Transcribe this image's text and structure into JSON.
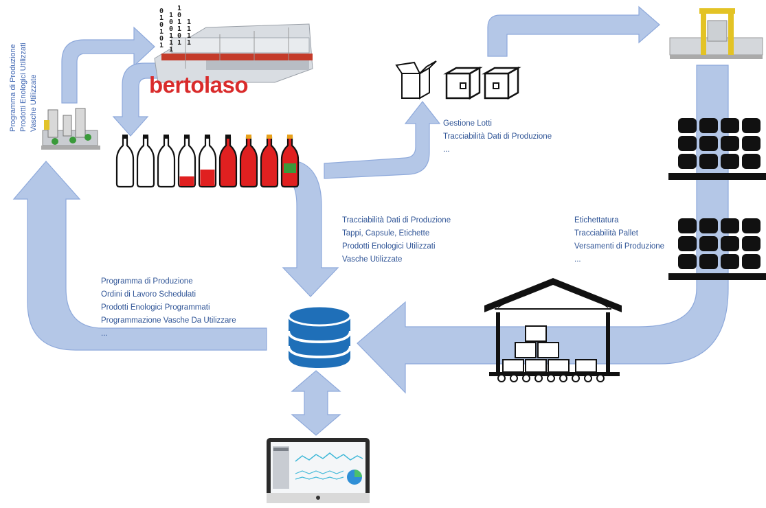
{
  "logo_text": "bertolaso",
  "labels": {
    "top_left_vertical": [
      "Programma di Produzione",
      "Prodotti Enologici  Utilizzati",
      "Vasche Utilizzate"
    ],
    "top_right": [
      "Gestione Lotti",
      "Tracciabilità Dati di Produzione",
      "..."
    ],
    "center": [
      "Tracciabilità Dati di Produzione",
      "Tappi, Capsule, Etichette",
      "Prodotti Enologici  Utilizzati",
      "Vasche Utilizzate"
    ],
    "right": [
      "Etichettatura",
      "Tracciabilità Pallet",
      "Versamenti di Produzione",
      "..."
    ],
    "left": [
      "Programma di  Produzione",
      "Ordini di Lavoro Schedulati",
      "Prodotti Enologici Programmati",
      "Programmazione Vasche Da Utilizzare",
      "..."
    ]
  },
  "colors": {
    "arrow_fill": "#b4c7e7",
    "arrow_stroke": "#8ea9db",
    "text_blue": "#2f5496",
    "bottle_red": "#e02020",
    "database_blue": "#1f6fb8"
  },
  "icons": [
    "bottling-line-machine-icon",
    "filling-machine-icon",
    "bottles-icon",
    "boxes-icon",
    "palletizer-icon",
    "pallet-icon",
    "warehouse-icon",
    "database-icon",
    "monitor-dashboard-icon"
  ]
}
